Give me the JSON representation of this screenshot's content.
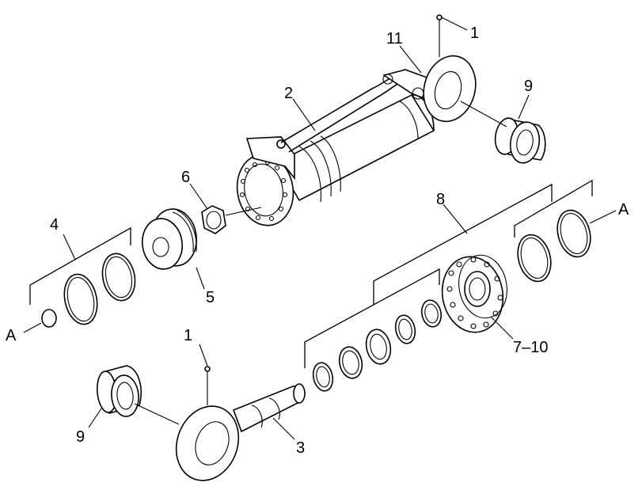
{
  "diagram": {
    "callouts": {
      "c1_top": "1",
      "c11": "11",
      "c2": "2",
      "c9_top": "9",
      "c6": "6",
      "c8": "8",
      "cA_right": "A",
      "c4": "4",
      "c5": "5",
      "cA_left": "A",
      "c1_bottom": "1",
      "c7_10": "7–10",
      "c9_bottom": "9",
      "c3": "3"
    }
  }
}
